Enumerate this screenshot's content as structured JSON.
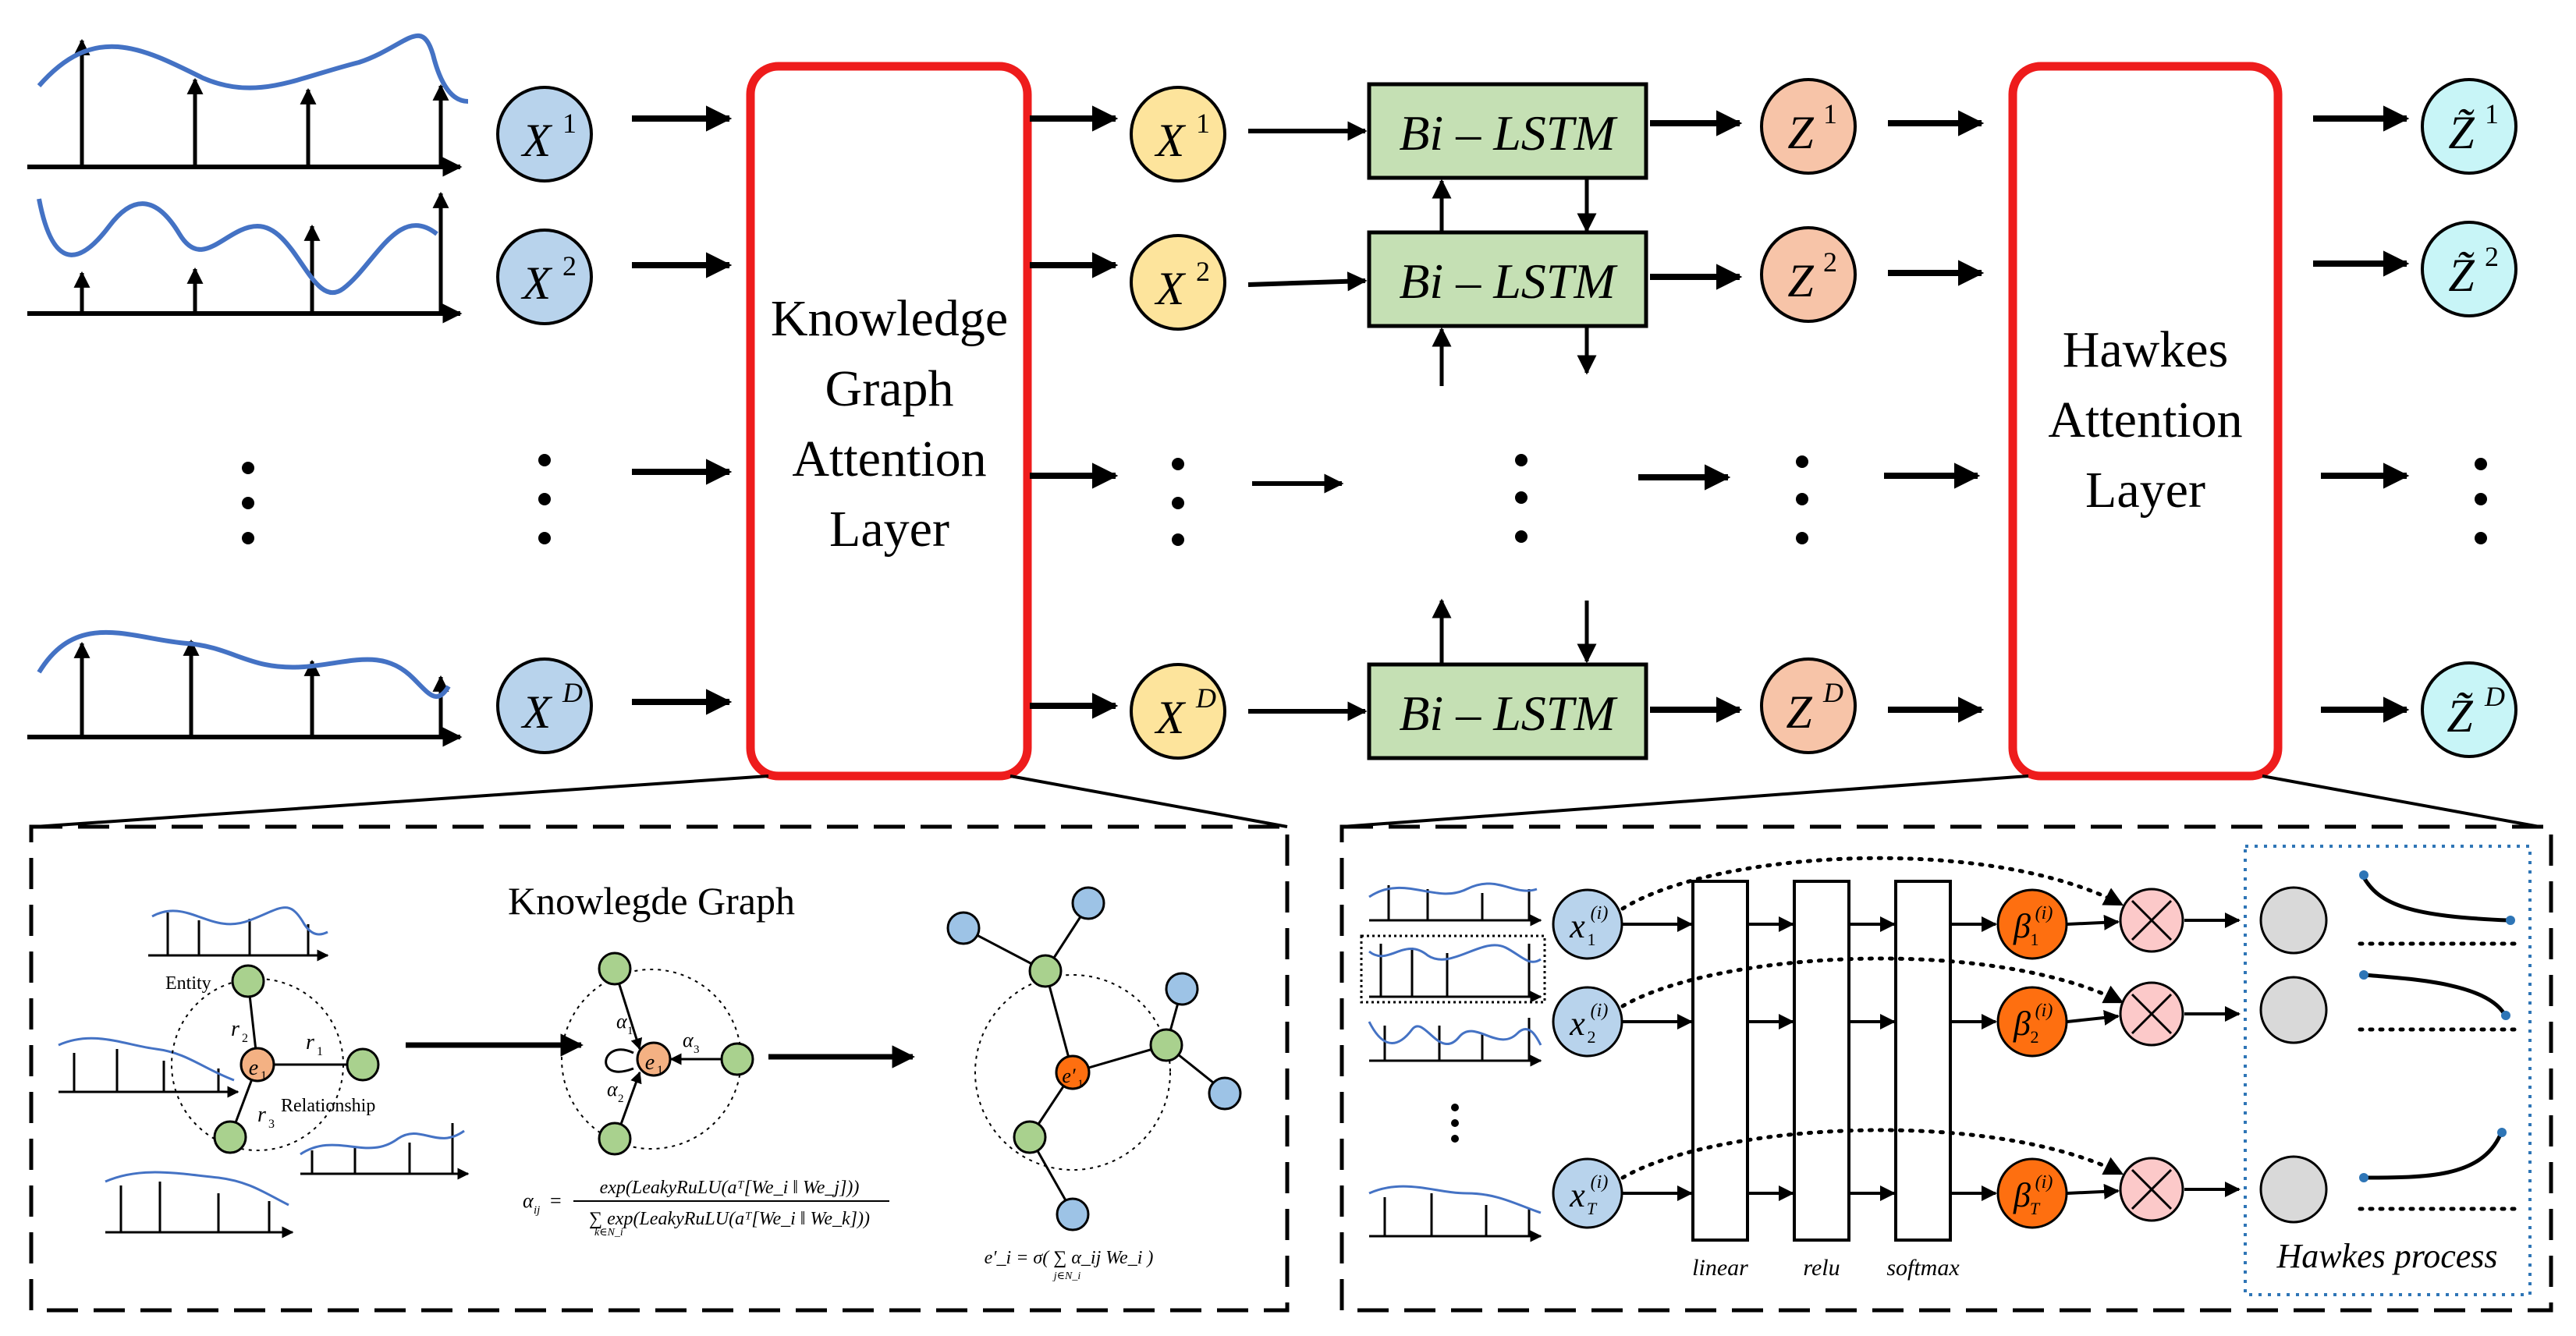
{
  "inputs": {
    "x_row1": "X",
    "sup_row1": "1",
    "x_row2": "X",
    "sup_row2": "2",
    "x_rowD": "X",
    "sup_rowD": "D"
  },
  "kg_layer": {
    "lines": [
      "Knowledge",
      "Graph",
      "Attention",
      "Layer"
    ]
  },
  "embedded": {
    "x_row1": "X",
    "sup_row1": "1",
    "x_row2": "X",
    "sup_row2": "2",
    "x_rowD": "X",
    "sup_rowD": "D"
  },
  "bilstm_label": "Bi – LSTM",
  "hidden": {
    "z": "Z",
    "sup_row1": "1",
    "sup_row2": "2",
    "sup_rowD": "D"
  },
  "hawkes_layer": {
    "lines": [
      "Hawkes",
      "Attention",
      "Layer"
    ]
  },
  "outputs": {
    "z": "Z̃",
    "sup_row1": "1",
    "sup_row2": "2",
    "sup_rowD": "D"
  },
  "kg_panel": {
    "title": "Knowlegde Graph",
    "entity_label": "Entity",
    "relationship_label": "Relationship",
    "r1": "r",
    "r1_sub": "1",
    "r2": "r",
    "r2_sub": "2",
    "r3": "r",
    "r3_sub": "3",
    "e1": "e",
    "e1_sub": "1",
    "a1": "α",
    "a1_sub": "1",
    "a2": "α",
    "a2_sub": "2",
    "a3": "α",
    "a3_sub": "3",
    "e1_prime": "e′",
    "e1_prime_sub": "1",
    "formula_lhs": "α",
    "formula_lhs_sub": "ij",
    "formula_eq": "=",
    "formula_numerator": "exp(LeakyRuLU(aᵀ[We_i ‖ We_j]))",
    "formula_denominator": "∑ exp(LeakyRuLU(aᵀ[We_i ‖ We_k]))",
    "formula_denominator_sub": "k∈N_i",
    "update_formula": "e′_i = σ( ∑ α_ij We_i )",
    "update_formula_sub": "j∈N_i"
  },
  "hawkes_panel": {
    "x": "x",
    "sup": "(i)",
    "sub1": "1",
    "sub2": "2",
    "subT": "T",
    "beta": "β",
    "layer_labels": [
      "linear",
      "relu",
      "softmax"
    ],
    "process_label": "Hawkes process"
  },
  "colors": {
    "input_node": "#b8d3ec",
    "embedded_node": "#fde49c",
    "hidden_node": "#f7c4a8",
    "output_node": "#c8f5f7",
    "bilstm_box": "#c5e0b4",
    "attention_border": "#ee1c1c",
    "signal_curve": "#4472c4",
    "kg_green": "#a9d18e",
    "kg_orange": "#f4b183",
    "kg_blue": "#9dc3e6",
    "beta_node": "#fe6f10",
    "multiply_node": "#fcc9c9",
    "gray_node": "#d9d9d9"
  }
}
